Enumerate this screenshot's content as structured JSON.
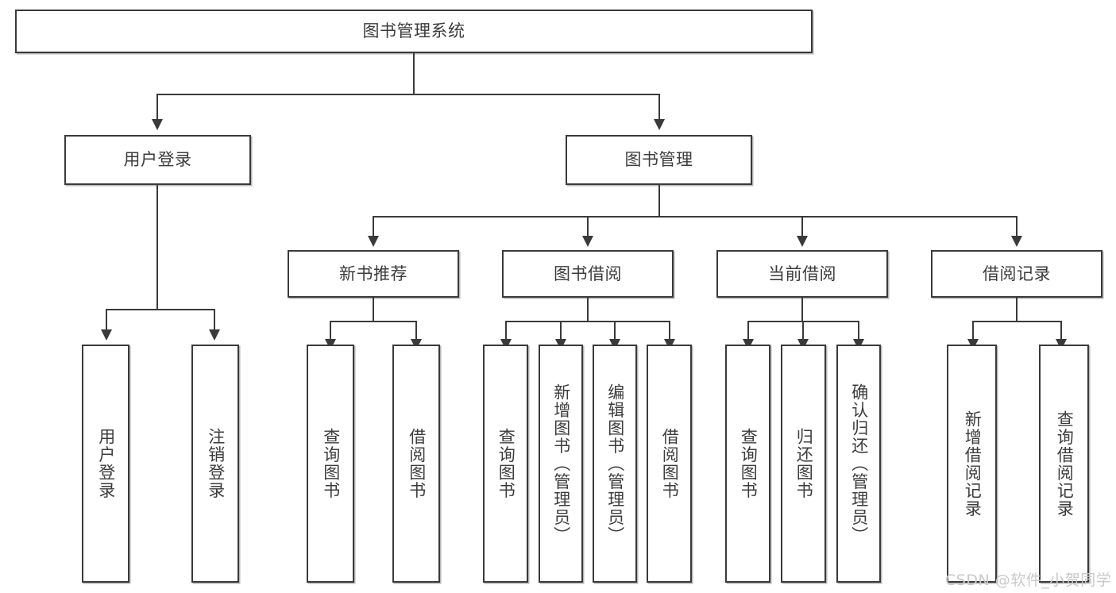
{
  "diagram": {
    "title": "图书管理系统",
    "root": {
      "label": "图书管理系统"
    },
    "level2": [
      {
        "label": "用户登录"
      },
      {
        "label": "图书管理"
      }
    ],
    "level3": [
      {
        "label": "新书推荐"
      },
      {
        "label": "图书借阅"
      },
      {
        "label": "当前借阅"
      },
      {
        "label": "借阅记录"
      }
    ],
    "leaves": {
      "user_login": [
        {
          "label": "用户登录"
        },
        {
          "label": "注销登录"
        }
      ],
      "new_book_recommend": [
        {
          "label": "查询图书"
        },
        {
          "label": "借阅图书"
        }
      ],
      "book_borrow": [
        {
          "label": "查询图书"
        },
        {
          "label": "新增图书（管理员）"
        },
        {
          "label": "编辑图书（管理员）"
        },
        {
          "label": "借阅图书"
        }
      ],
      "current_borrow": [
        {
          "label": "查询图书"
        },
        {
          "label": "归还图书"
        },
        {
          "label": "确认归还（管理员）"
        }
      ],
      "borrow_record": [
        {
          "label": "新增借阅记录"
        },
        {
          "label": "查询借阅记录"
        }
      ]
    }
  },
  "watermark": {
    "text": "CSDN @软件_小贺同学"
  },
  "colors": {
    "border": "#3a3a3a",
    "text": "#3c3c3c",
    "background": "#ffffff",
    "watermark": "#c9c9c9"
  }
}
